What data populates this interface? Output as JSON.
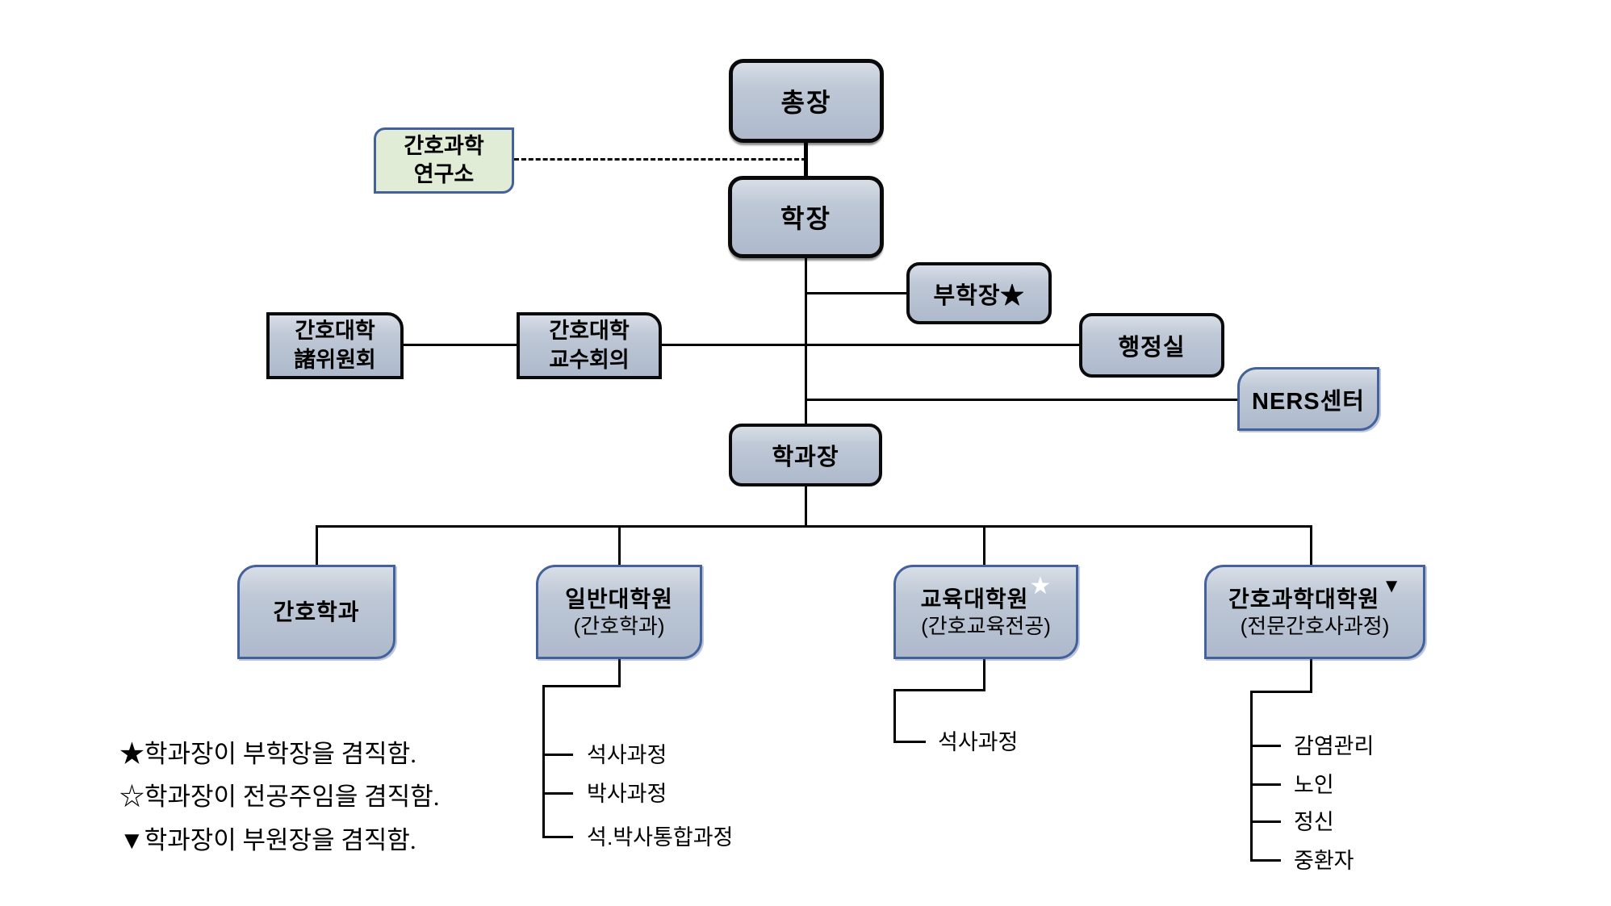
{
  "nodes": {
    "president": {
      "label": "총장"
    },
    "research_institute": {
      "line1": "간호과학",
      "line2": "연구소"
    },
    "dean": {
      "label": "학장"
    },
    "vice_dean": {
      "label": "부학장★"
    },
    "committees": {
      "line1": "간호대학",
      "line2": "諸위원회"
    },
    "faculty_council": {
      "line1": "간호대학",
      "line2": "교수회의"
    },
    "admin_office": {
      "label": "행정실"
    },
    "ners_center": {
      "label": "NERS센터"
    },
    "dept_head": {
      "label": "학과장"
    },
    "nursing_dept": {
      "label": "간호학과"
    },
    "general_graduate": {
      "line1": "일반대학원",
      "line2": "(간호학과)"
    },
    "education_graduate": {
      "line1": "교육대학원",
      "symbol": "★",
      "line2": "(간호교육전공)"
    },
    "nursing_science_graduate": {
      "line1": "간호과학대학원",
      "symbol": "▼",
      "line2": "(전문간호사과정)"
    }
  },
  "programs": {
    "general_graduate": [
      "석사과정",
      "박사과정",
      "석.박사통합과정"
    ],
    "education_graduate": [
      "석사과정"
    ],
    "nursing_science_graduate": [
      "감염관리",
      "노인",
      "정신",
      "중환자"
    ]
  },
  "legend": {
    "items": [
      {
        "symbol": "★",
        "text": "학과장이 부학장을 겸직함."
      },
      {
        "symbol": "☆",
        "text": "학과장이 전공주임을 겸직함."
      },
      {
        "symbol": "▼",
        "text": "학과장이 부원장을 겸직함."
      }
    ]
  },
  "colors": {
    "node_fill": "#b7c1d1",
    "node_fill_highlight": "#d8dee7",
    "research_fill": "#e1ecd6",
    "blue_border": "#44619b",
    "black_border": "#0a0a0a",
    "line": "#000000",
    "star_on_node": "#ffffff"
  }
}
